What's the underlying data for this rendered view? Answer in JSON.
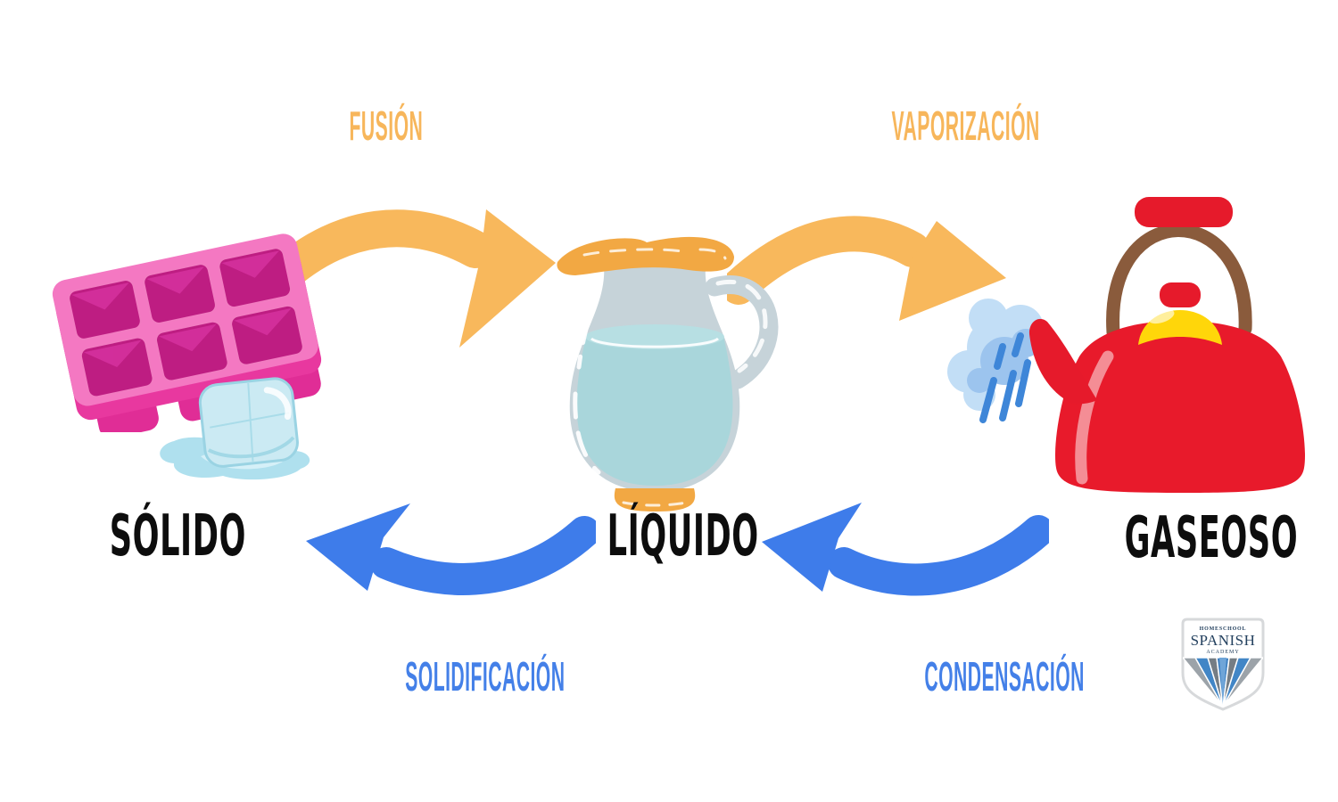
{
  "diagram": {
    "type": "states-of-matter-cycle",
    "language": "es",
    "states": [
      {
        "id": "solido",
        "label": "SÓLIDO",
        "illustration": "ice-cube-tray"
      },
      {
        "id": "liquido",
        "label": "LÍQUIDO",
        "illustration": "water-pitcher"
      },
      {
        "id": "gaseoso",
        "label": "GASEOSO",
        "illustration": "steaming-kettle"
      }
    ],
    "transitions": [
      {
        "id": "fusion",
        "label": "FUSIÓN",
        "from": "solido",
        "to": "liquido",
        "arrow_color": "#F8B85C"
      },
      {
        "id": "vaporizacion",
        "label": "VAPORIZACIÓN",
        "from": "liquido",
        "to": "gaseoso",
        "arrow_color": "#F8B85C"
      },
      {
        "id": "solidificacion",
        "label": "SOLIDIFICACIÓN",
        "from": "liquido",
        "to": "solido",
        "arrow_color": "#3E7CEA"
      },
      {
        "id": "condensacion",
        "label": "CONDENSACIÓN",
        "from": "gaseoso",
        "to": "liquido",
        "arrow_color": "#3E7CEA"
      }
    ]
  },
  "logo": {
    "line1": "HOMESCHOOL",
    "line2": "SPANISH",
    "line3": "ACADEMY"
  },
  "colors": {
    "background": "#ffffff",
    "warm_label": "#F7B65B",
    "cool_label": "#4480E8",
    "state_label": "#0d0d0d",
    "tray_pink": "#F478C2",
    "tray_well": "#BE1D82",
    "ice_blue": "#CBEAF3",
    "glass_gray": "#C6D3D9",
    "water_teal": "#A9D6DB",
    "pitcher_orange": "#F2A843",
    "kettle_red": "#E81A2B",
    "lid_yellow": "#FFD60A",
    "handle_brown": "#8A5B3C",
    "steam_blue": "#9CC4EE",
    "logo_navy": "#24415F"
  }
}
